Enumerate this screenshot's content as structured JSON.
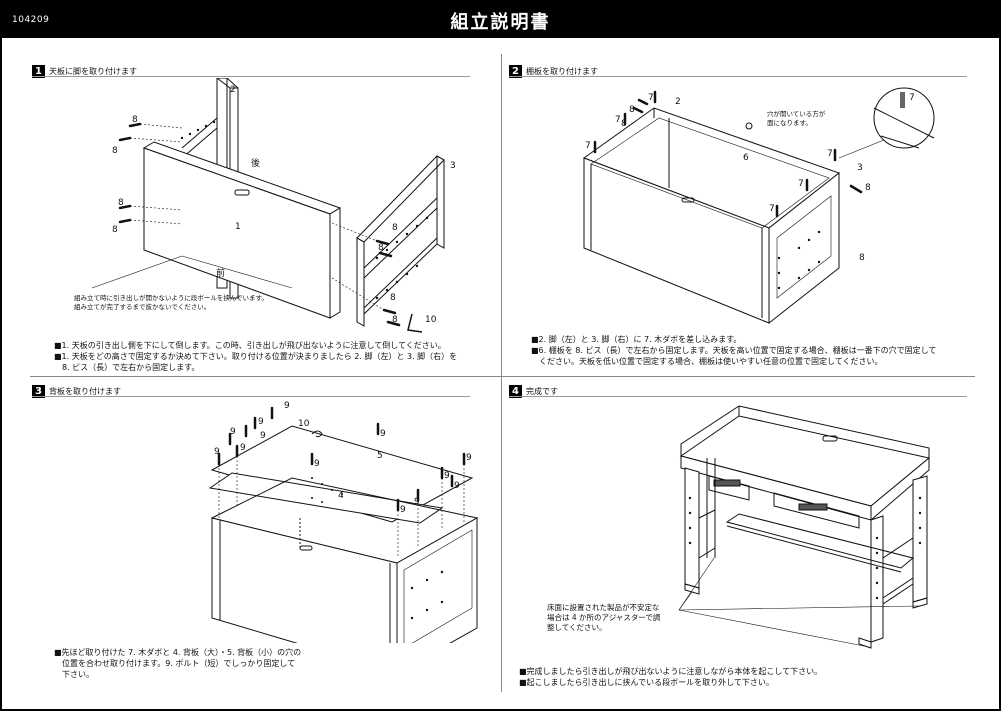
{
  "header": {
    "doc_id": "104209",
    "title": "組立説明書"
  },
  "steps": [
    {
      "number": "1",
      "title": "天板に脚を取り付けます",
      "labels": [
        "2",
        "3",
        "1",
        "8",
        "8",
        "8",
        "8",
        "8",
        "8",
        "8",
        "8",
        "10"
      ],
      "side_labels": [
        "後",
        "前"
      ],
      "caption": [
        "組み立て時に引き出しが開かないように段ボールを挟んでいます。",
        "組み立てが完了するまで抜かないでください。"
      ],
      "notes": [
        "■1. 天板の引き出し側を下にして倒します。この時、引き出しが飛び出ないように注意して倒してください。",
        "■1. 天板をどの高さで固定するか決めて下さい。取り付ける位置が決まりましたら 2. 脚（左）と 3. 脚（右）を",
        "　8. ビス（長）で左右から固定します。"
      ]
    },
    {
      "number": "2",
      "title": "棚板を取り付けます",
      "labels": [
        "2",
        "3",
        "6",
        "8",
        "8",
        "8",
        "7",
        "7",
        "7",
        "7",
        "7",
        "7",
        "7"
      ],
      "callout": [
        "穴が開いている方が",
        "面になります。"
      ],
      "notes": [
        "■2. 脚（左）と 3. 脚（右）に 7. 木ダボを差し込みます。",
        "■6. 棚板を 8. ビス（長）で左右から固定します。天板を高い位置で固定する場合、棚板は一番下の穴で固定して",
        "　ください。天板を低い位置で固定する場合、棚板は使いやすい任意の位置で固定してください。"
      ]
    },
    {
      "number": "3",
      "title": "背板を取り付けます",
      "labels": [
        "5",
        "4",
        "10",
        "9",
        "9",
        "9",
        "9",
        "9",
        "9",
        "9",
        "9",
        "9",
        "9",
        "9",
        "9",
        "9"
      ],
      "notes": [
        "■先ほど取り付けた 7. 木ダボと 4. 背板（大）・5. 背板（小）の穴の",
        "　位置を合わせ取り付けます。9. ボルト（短）でしっかり固定して",
        "　下さい。"
      ]
    },
    {
      "number": "4",
      "title": "完成です",
      "callout": [
        "床面に設置された製品が不安定な",
        "場合は 4 か所のアジャスターで調",
        "整してください。"
      ],
      "notes": [
        "■完成しましたら引き出しが飛び出ないように注意しながら本体を起こして下さい。",
        "■起こしましたら引き出しに挟んでいる段ボールを取り外して下さい。"
      ]
    }
  ]
}
